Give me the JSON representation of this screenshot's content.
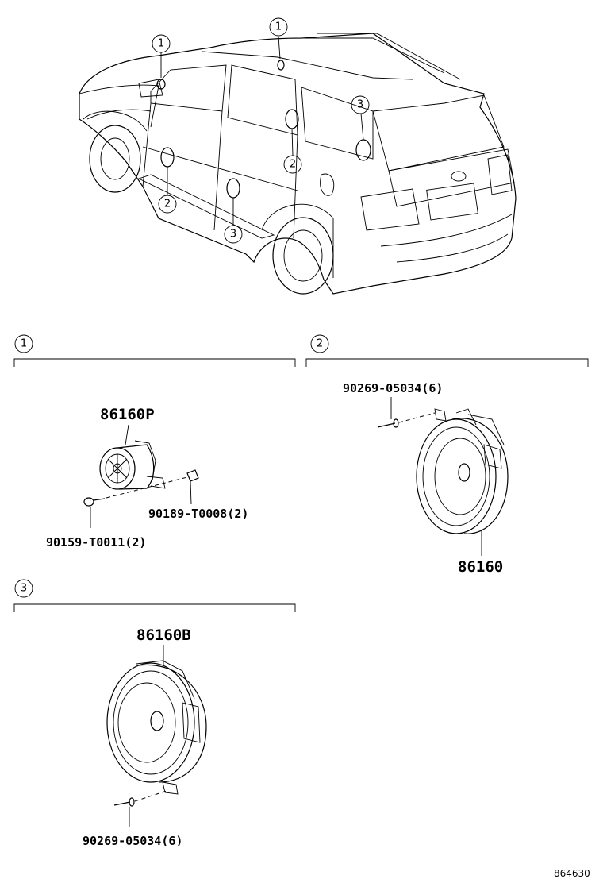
{
  "callouts": {
    "c1": "1",
    "c2": "2",
    "c3": "3"
  },
  "section1": {
    "number": "1",
    "speaker_part": "86160P",
    "nut_part": "90189-T0008(2)",
    "screw_part": "90159-T0011(2)"
  },
  "section2": {
    "number": "2",
    "screw_part": "90269-05034(6)",
    "speaker_part": "86160"
  },
  "section3": {
    "number": "3",
    "speaker_part": "86160B",
    "screw_part": "90269-05034(6)"
  },
  "figure_ref": "864630"
}
